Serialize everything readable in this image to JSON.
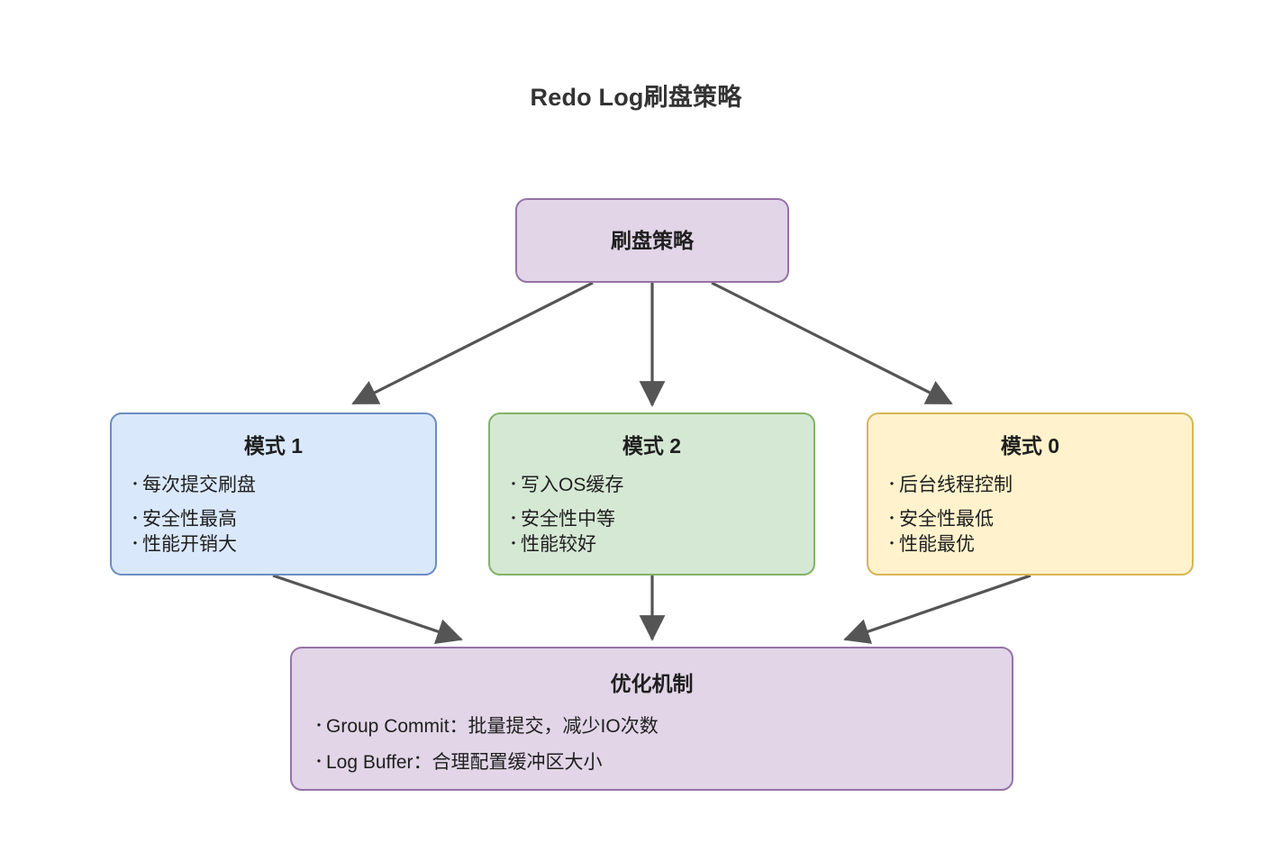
{
  "title": "Redo Log刷盘策略",
  "theme": {
    "background": "#ffffff",
    "edge_color": "#555555",
    "title_color": "#333333",
    "purple_fill": "#e1d5e7",
    "purple_stroke": "#9673a6",
    "blue_fill": "#dae8fc",
    "blue_stroke": "#6c8ebf",
    "green_fill": "#d5e8d4",
    "green_stroke": "#82b366",
    "yellow_fill": "#fff2cc",
    "yellow_stroke": "#d6b656"
  },
  "nodes": {
    "root": {
      "title": "刷盘策略"
    },
    "mode1": {
      "title": "模式 1",
      "bullets": [
        "每次提交刷盘",
        "安全性最高",
        "性能开销大"
      ]
    },
    "mode2": {
      "title": "模式 2",
      "bullets": [
        "写入OS缓存",
        "安全性中等",
        "性能较好"
      ]
    },
    "mode0": {
      "title": "模式 0",
      "bullets": [
        "后台线程控制",
        "安全性最低",
        "性能最优"
      ]
    },
    "optimize": {
      "title": "优化机制",
      "bullets": [
        "Group Commit：批量提交，减少IO次数",
        "Log Buffer：合理配置缓冲区大小"
      ]
    }
  },
  "bullet_marker": "・",
  "edges": [
    {
      "from": "root",
      "to": "mode1"
    },
    {
      "from": "root",
      "to": "mode2"
    },
    {
      "from": "root",
      "to": "mode0"
    },
    {
      "from": "mode1",
      "to": "optimize"
    },
    {
      "from": "mode2",
      "to": "optimize"
    },
    {
      "from": "mode0",
      "to": "optimize"
    }
  ]
}
